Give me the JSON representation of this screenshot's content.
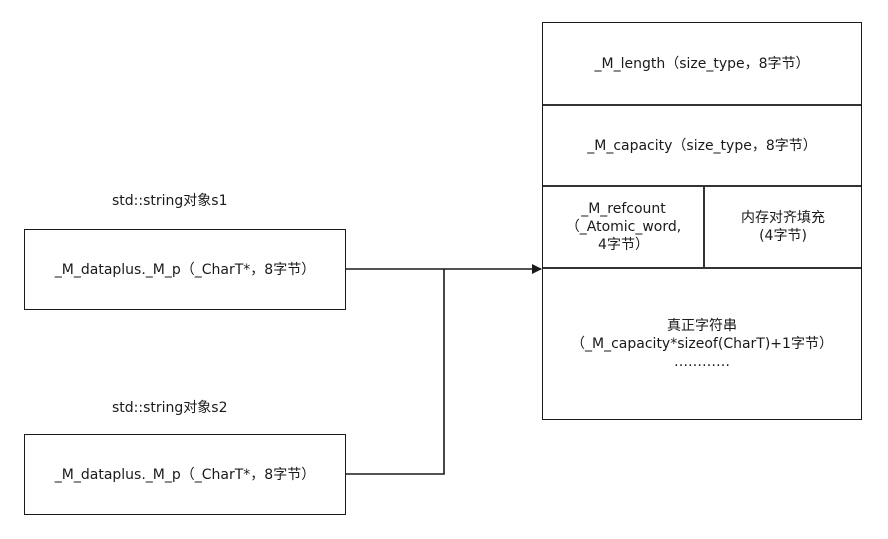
{
  "objects": [
    {
      "title": "std::string对象s1",
      "field": "_M_dataplus._M_p（_CharT*，8字节）"
    },
    {
      "title": "std::string对象s2",
      "field": "_M_dataplus._M_p（_CharT*，8字节）"
    }
  ],
  "rep": {
    "length": "_M_length（size_type，8字节）",
    "capacity": "_M_capacity（size_type，8字节）",
    "refcount": [
      "_M_refcount",
      "（_Atomic_word,",
      "4字节）"
    ],
    "padding": [
      "内存对齐填充",
      "(4字节)"
    ],
    "string": [
      "真正字符串",
      "（_M_capacity*sizeof(CharT)+1字节）",
      "…………"
    ]
  }
}
